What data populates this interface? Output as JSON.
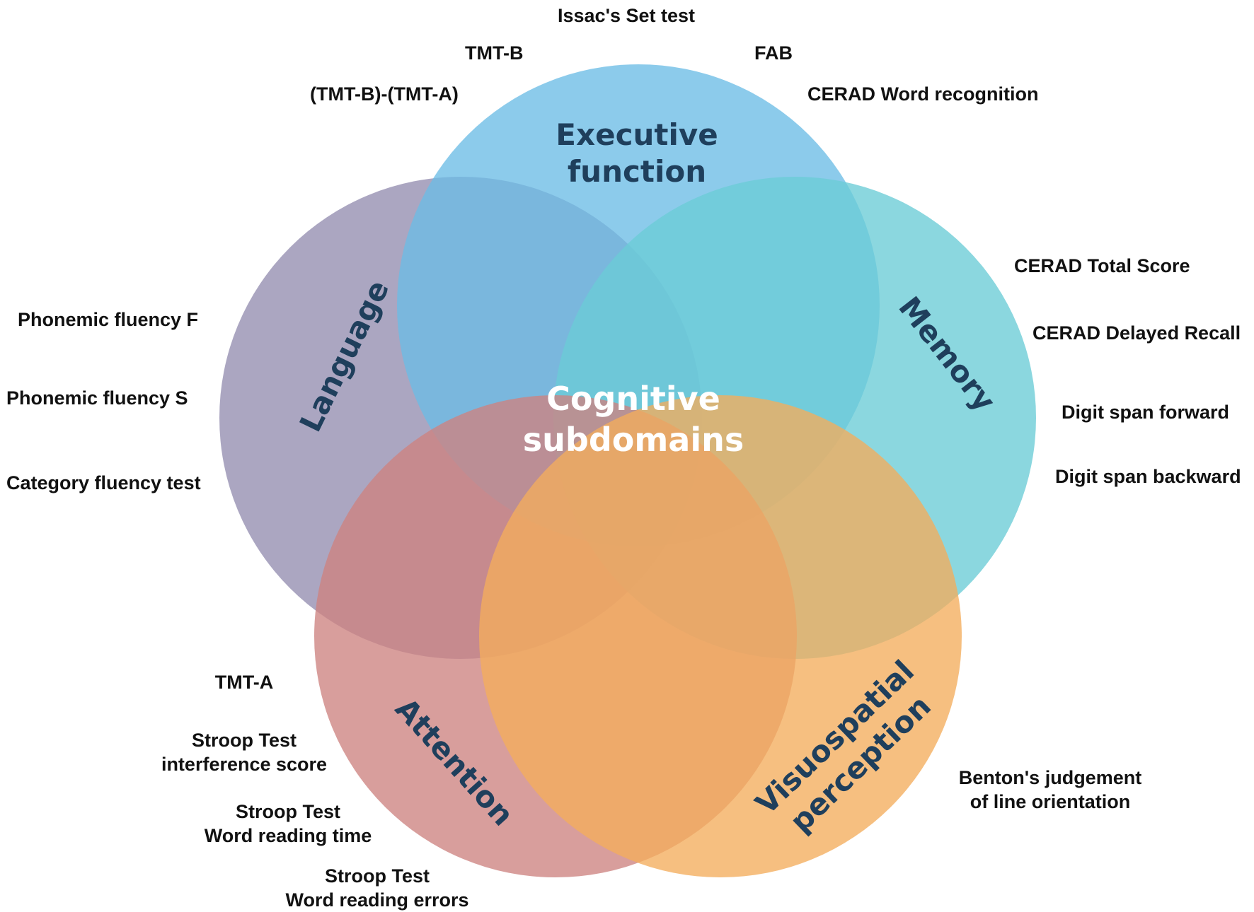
{
  "center": {
    "line1": "Cognitive",
    "line2": "subdomains"
  },
  "circles": [
    {
      "id": "executive",
      "color": "#6cbce6"
    },
    {
      "id": "memory",
      "color": "#6accd6"
    },
    {
      "id": "language",
      "color": "#948db0"
    },
    {
      "id": "attention",
      "color": "#cd8380"
    },
    {
      "id": "visuospatial",
      "color": "#f4ad5c"
    }
  ],
  "domains": {
    "executive": {
      "line1": "Executive",
      "line2": "function"
    },
    "memory": {
      "label": "Memory"
    },
    "language": {
      "label": "Language"
    },
    "attention": {
      "label": "Attention"
    },
    "visuospatial": {
      "line1": "Visuospatial",
      "line2": "perception"
    }
  },
  "tests": {
    "executive": [
      "Issac's Set test",
      "TMT-B",
      "FAB",
      "(TMT-B)-(TMT-A)",
      "CERAD Word recognition"
    ],
    "memory": [
      "CERAD Total Score",
      "CERAD Delayed Recall",
      "Digit span forward",
      "Digit span backward"
    ],
    "language": [
      "Phonemic fluency F",
      "Phonemic fluency S",
      "Category fluency test"
    ],
    "attention": [
      {
        "line1": "TMT-A"
      },
      {
        "line1": "Stroop Test",
        "line2": "interference score"
      },
      {
        "line1": "Stroop Test",
        "line2": "Word reading time"
      },
      {
        "line1": "Stroop Test",
        "line2": "Word reading errors"
      }
    ],
    "visuospatial": [
      {
        "line1": "Benton's judgement",
        "line2": "of line orientation"
      }
    ]
  }
}
